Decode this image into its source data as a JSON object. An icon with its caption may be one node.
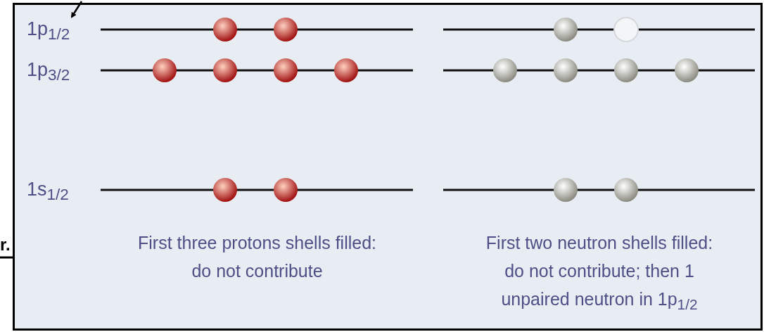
{
  "diagram": {
    "labels": [
      "1p$_{1/2}$",
      "1p$_{3/2}$",
      "1s$_{1/2}$",
      "r.",
      "First three protons shells filled: do not contribute",
      "First two neutron shells filled: do not contribute; then 1 unpaired neutron in 1p$_{1/2}$"
    ]
  }
}
